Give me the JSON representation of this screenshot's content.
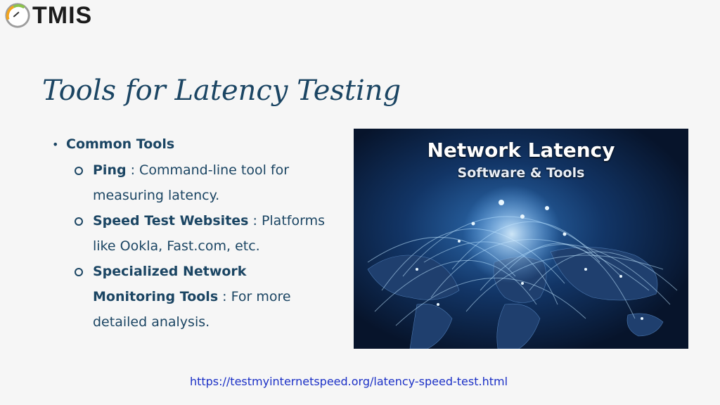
{
  "logo": {
    "text": "TMIS"
  },
  "slide": {
    "title": "Tools for Latency Testing",
    "main_bullet": "Common Tools",
    "items": [
      {
        "label": "Ping",
        "desc": " : Command-line tool for measuring latency."
      },
      {
        "label": "Speed Test Websites",
        "desc": " : Platforms like Ookla, Fast.com, etc."
      },
      {
        "label": "Specialized Network Monitoring Tools",
        "desc": " : For more detailed analysis."
      }
    ]
  },
  "image": {
    "title": "Network Latency",
    "subtitle": "Software & Tools"
  },
  "footer": {
    "link": "https://testmyinternetspeed.org/latency-speed-test.html"
  },
  "colors": {
    "heading": "#1b4563",
    "link": "#1a2fc6",
    "background": "#f6f6f6"
  }
}
